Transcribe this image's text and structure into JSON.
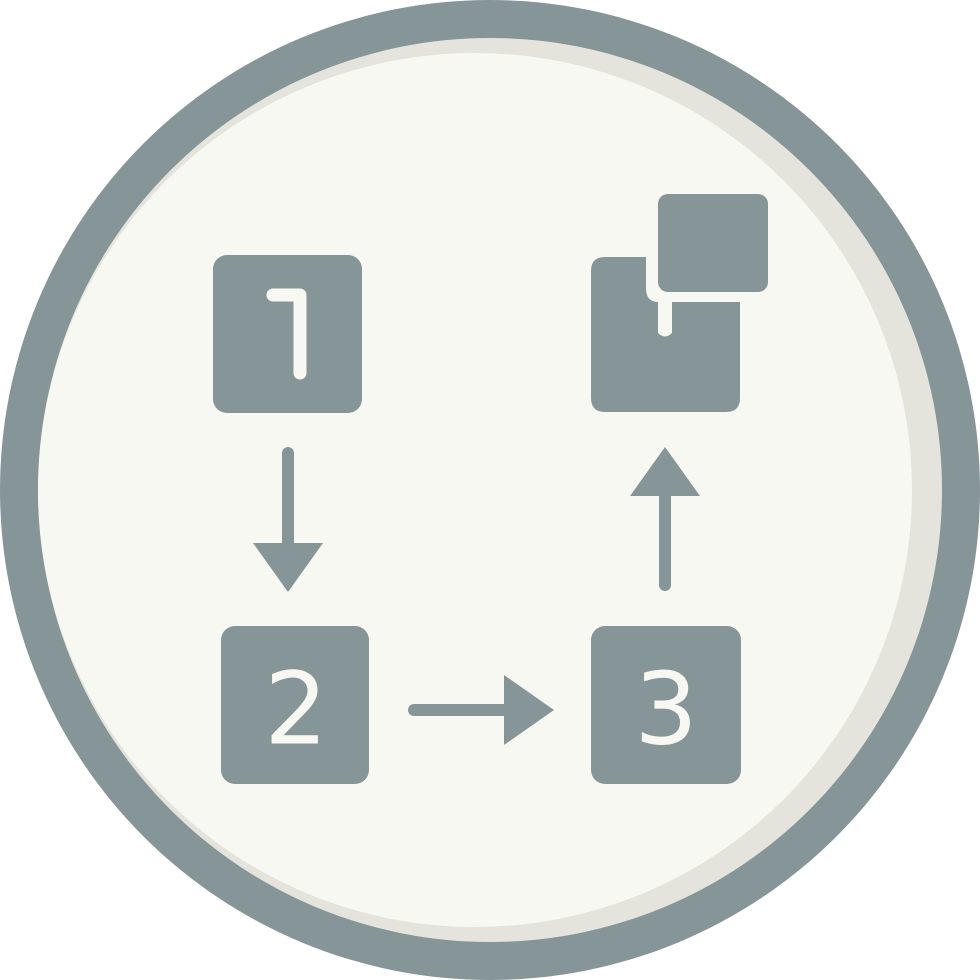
{
  "icon": {
    "semantic_name": "sequence-process-icon",
    "colors": {
      "ring": "#869598",
      "face": "#F8F8F2",
      "shadow": "#E4E4DD",
      "shape": "#869598",
      "digit": "#F8F8F2"
    },
    "steps": [
      {
        "label": "1"
      },
      {
        "label": "2"
      },
      {
        "label": "3"
      }
    ],
    "arrows": [
      {
        "direction": "down"
      },
      {
        "direction": "right"
      },
      {
        "direction": "up"
      }
    ],
    "result_icon": "layered-squares-icon"
  }
}
